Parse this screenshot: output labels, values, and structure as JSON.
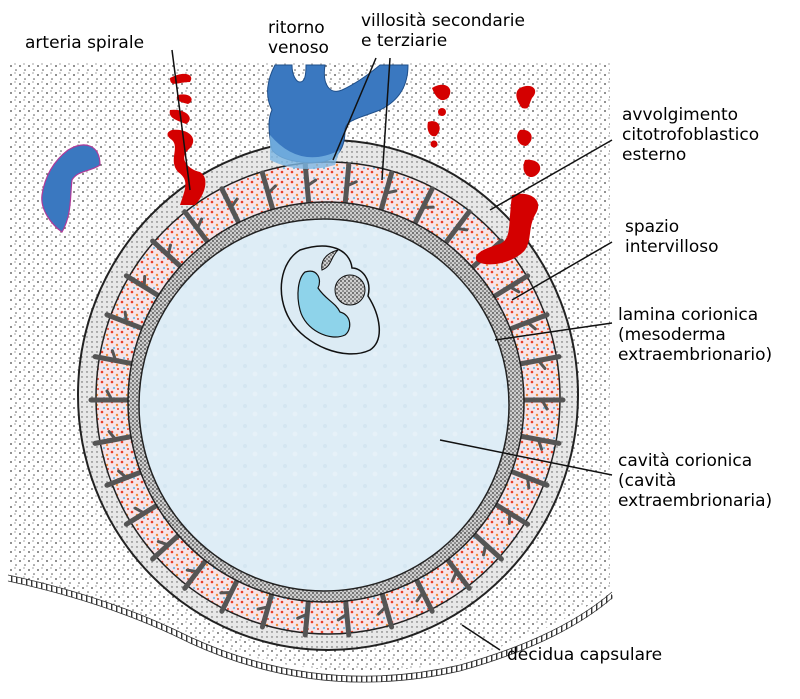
{
  "title": "Sacco coriale con villi e decidua",
  "labels": {
    "arteria_spirale": [
      "arteria spirale"
    ],
    "ritorno_venoso": [
      "ritorno",
      "venoso"
    ],
    "villosita": [
      "villosità secondarie",
      "e terziarie"
    ],
    "avvolgimento": [
      "avvolgimento",
      "citotrofoblastico",
      "esterno"
    ],
    "spazio": [
      "spazio",
      "intervilloso"
    ],
    "lamina": [
      "lamina corionica",
      "(mesoderma",
      "extraembrionario)"
    ],
    "cavita": [
      "cavità corionica",
      "(cavità",
      "extraembrionaria)"
    ],
    "decidua": [
      "decidua capsulare"
    ]
  },
  "colors": {
    "decidua_bg": "#f4f4f4",
    "dot": "#3a3a3a",
    "trophoblast": "#5a5a5a",
    "villus_space": "#f3d6d6",
    "blood_red": "#d40000",
    "venous_blue": "#3a78c0",
    "cavity": "#dfeef7",
    "amnion": "#8ed3ea"
  }
}
